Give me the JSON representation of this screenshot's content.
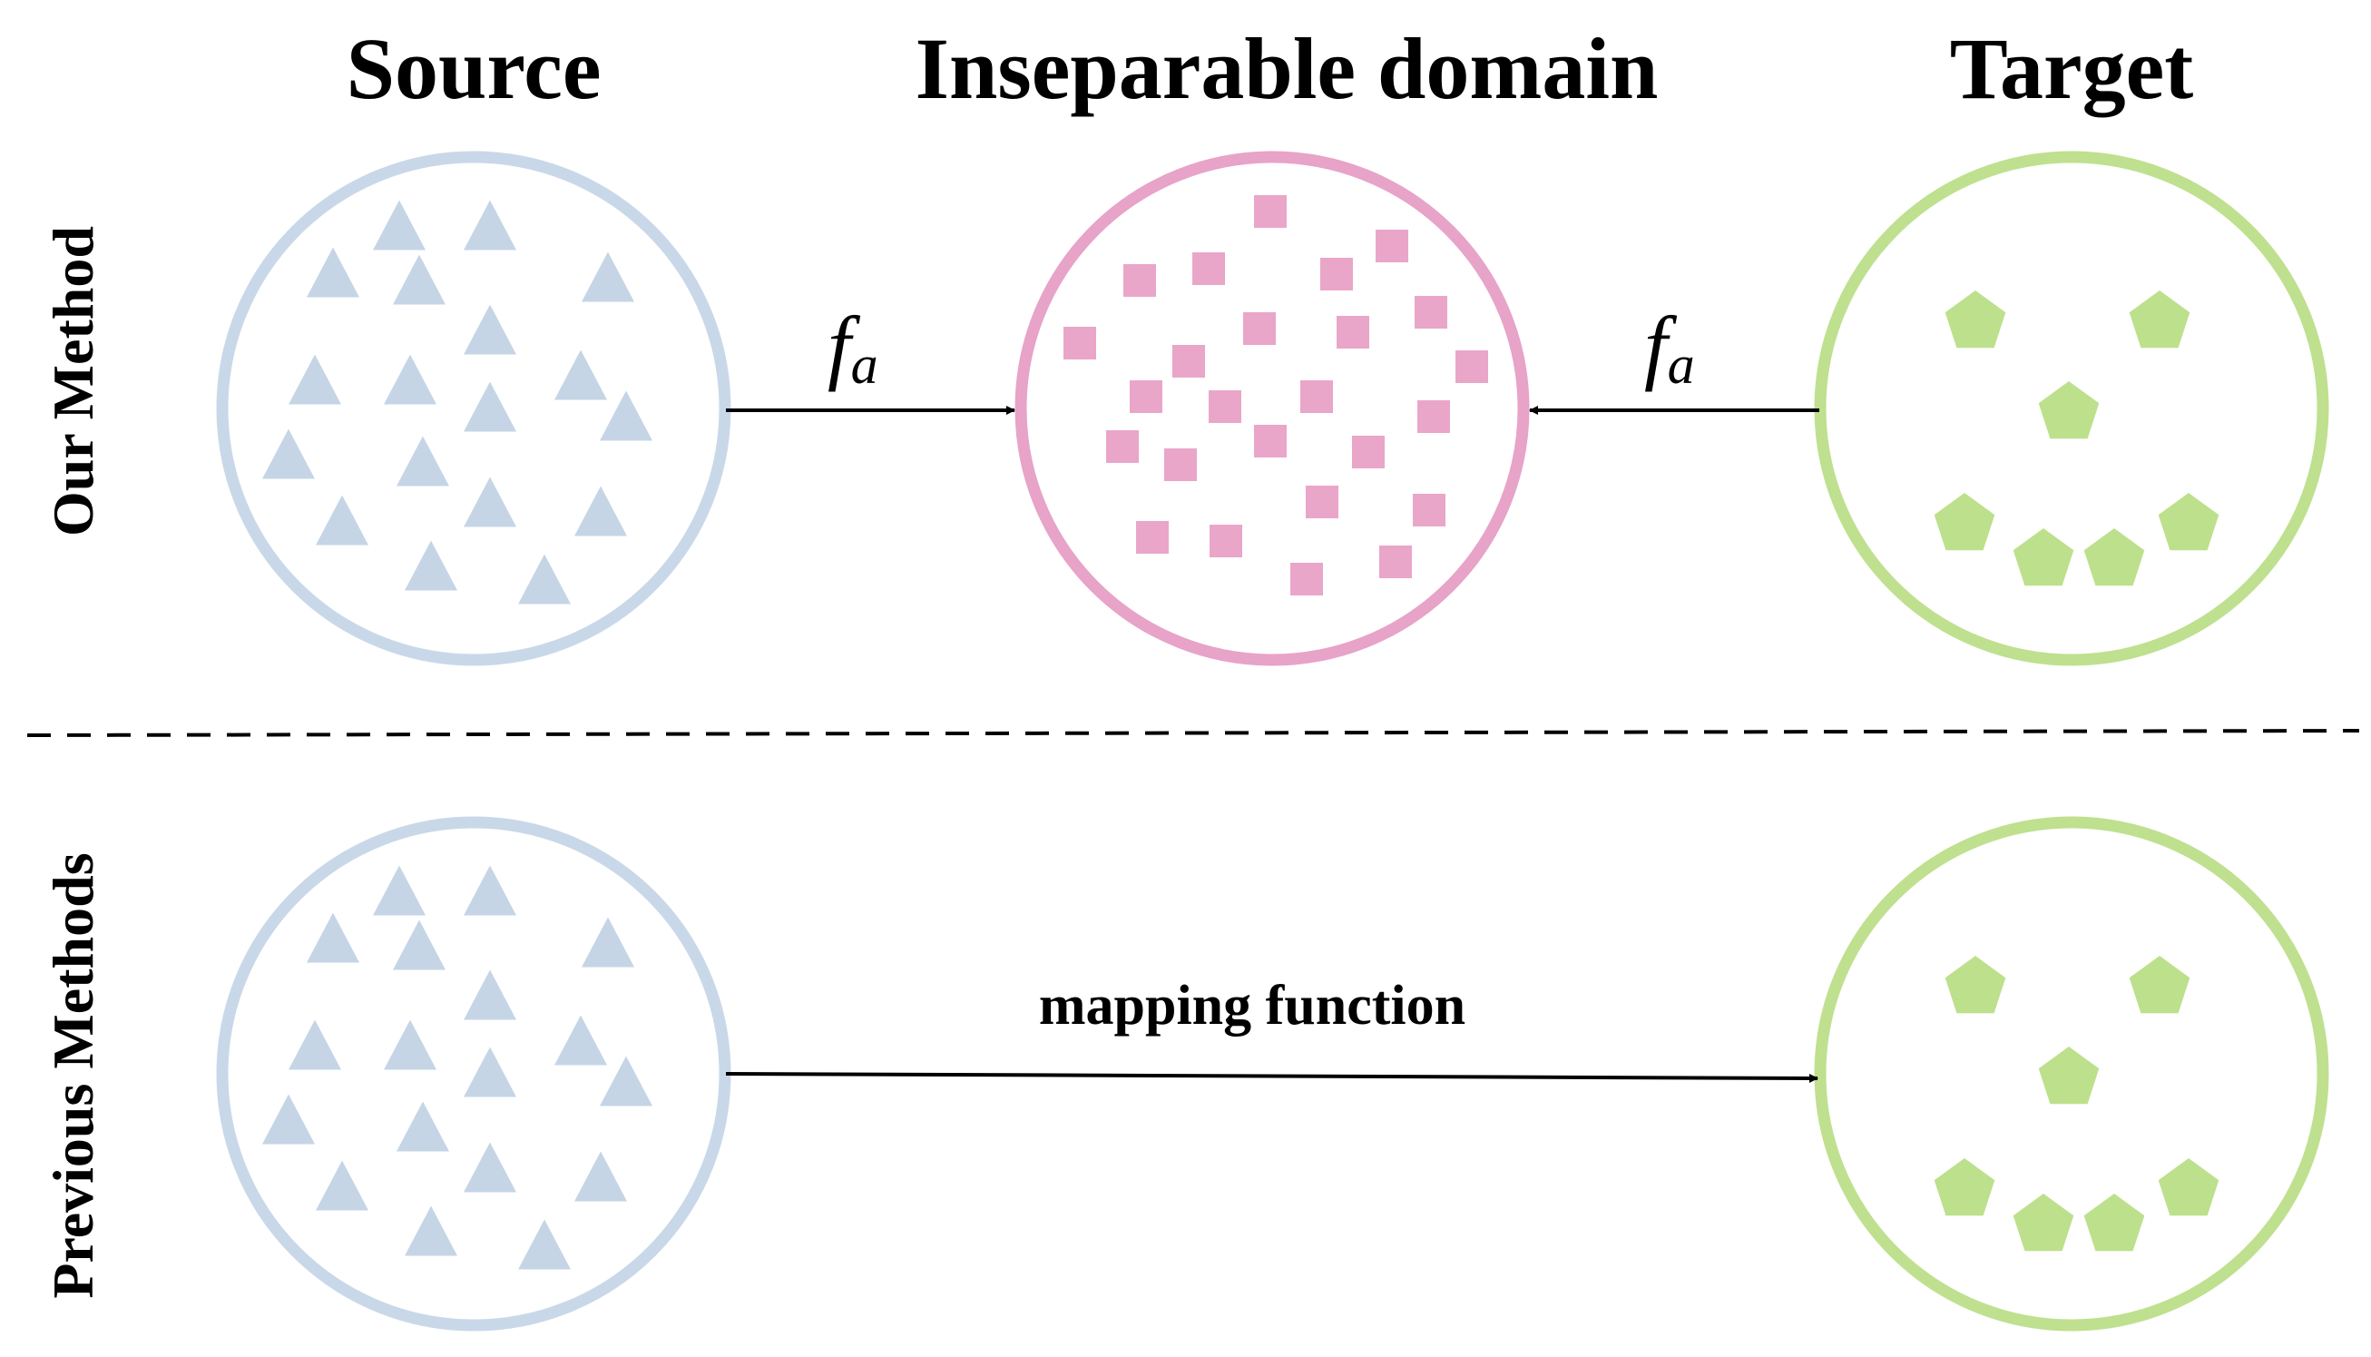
{
  "headers": {
    "source": "Source",
    "inseparable": "Inseparable domain",
    "target": "Target"
  },
  "rows": {
    "top": "Our Method",
    "bottom": "Previous Methods"
  },
  "labels": {
    "fa_base": "f",
    "fa_sub": "a",
    "mapping": "mapping function"
  },
  "colors": {
    "source": "#c9d8e8",
    "source_fill": "#c5d5e6",
    "inseparable": "#e7a3c8",
    "inseparable_fill": "#e9a6c9",
    "target": "#bfe08f",
    "target_fill": "#bde08c",
    "ink": "#000000"
  },
  "shapes": {
    "source": "triangle",
    "inseparable": "square",
    "target": "pentagon"
  }
}
